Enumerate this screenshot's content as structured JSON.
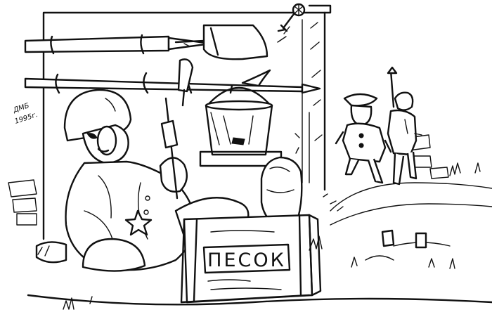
{
  "cartoon": {
    "crate_label": "ПЕСОК",
    "signature": {
      "line1": "ДМБ",
      "line2": "1995г."
    }
  }
}
